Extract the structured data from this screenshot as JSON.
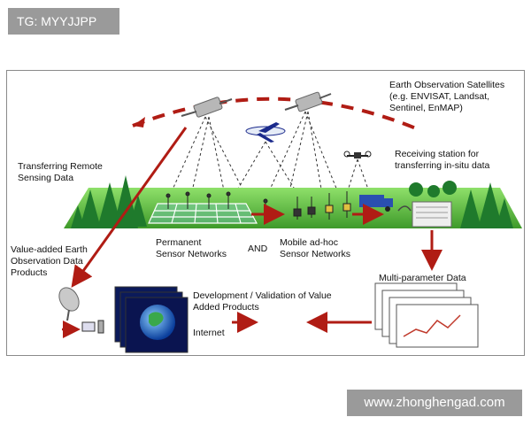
{
  "watermarks": {
    "top": "TG: MYYJJPP",
    "bottom": "www.zhonghengad.com"
  },
  "labels": {
    "satellites_line1": "Earth Observation Satellites",
    "satellites_line2": "(e.g. ENVISAT, Landsat,",
    "satellites_line3": "Sentinel, EnMAP)",
    "transfer_remote_line1": "Transferring Remote",
    "transfer_remote_line2": "Sensing Data",
    "receiving_line1": "Receiving station for",
    "receiving_line2": "transferring in-situ data",
    "permanent_line1": "Permanent",
    "permanent_line2": "Sensor Networks",
    "and": "AND",
    "mobile_line1": "Mobile ad-hoc",
    "mobile_line2": "Sensor Networks",
    "value_added_line1": "Value-added Earth",
    "value_added_line2": "Observation Data",
    "value_added_line3": "Products",
    "multi_param": "Multi-parameter Data",
    "development_line1": "Development / Validation of Value",
    "development_line2": "Added Products",
    "internet": "Internet"
  },
  "colors": {
    "arrow_red": "#b01c14",
    "grass": "#5fbf3a",
    "tree": "#1f7a2c",
    "sky_blue": "#1b2a8c"
  }
}
